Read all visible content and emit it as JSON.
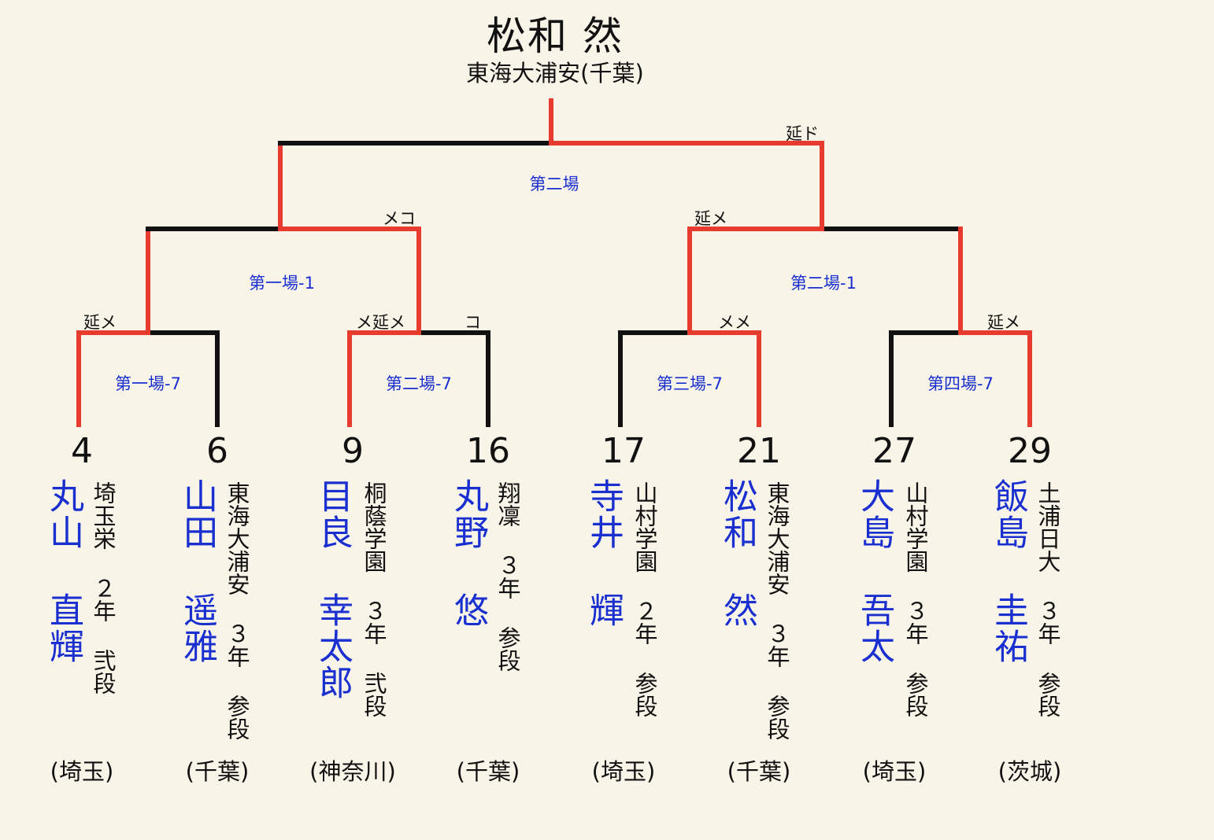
{
  "winner": {
    "name": "松和 然",
    "school": "東海大浦安(千葉)"
  },
  "colors": {
    "win_line": "#e63b2e",
    "lose_line": "#111111",
    "name": "#1a2fd0",
    "venue": "#1a2fd0"
  },
  "players": [
    {
      "seed": "4",
      "name": "丸山 直輝",
      "info": "埼玉栄 ２年 弐段",
      "pref": "(埼玉)"
    },
    {
      "seed": "6",
      "name": "山田 遥雅",
      "info": "東海大浦安 ３年 参段",
      "pref": "(千葉)"
    },
    {
      "seed": "9",
      "name": "目良 幸太郎",
      "info": "桐蔭学園 ３年 弐段",
      "pref": "(神奈川)"
    },
    {
      "seed": "16",
      "name": "丸野 悠",
      "info": "翔凜 ３年 参段",
      "pref": "(千葉)"
    },
    {
      "seed": "17",
      "name": "寺井 輝",
      "info": "山村学園 ２年 参段",
      "pref": "(埼玉)"
    },
    {
      "seed": "21",
      "name": "松和 然",
      "info": "東海大浦安 ３年 参段",
      "pref": "(千葉)"
    },
    {
      "seed": "27",
      "name": "大島 吾太",
      "info": "山村学園 ３年 参段",
      "pref": "(埼玉)"
    },
    {
      "seed": "29",
      "name": "飯島 圭祐",
      "info": "土浦日大 ３年 参段",
      "pref": "(茨城)"
    }
  ],
  "venues": {
    "final": "第二場",
    "semi_left": "第一場-1",
    "semi_right": "第二場-1",
    "qf1": "第一場-7",
    "qf2": "第二場-7",
    "qf3": "第三場-7",
    "qf4": "第四場-7"
  },
  "scores": {
    "final_right": "延ド",
    "semi_left_right": "メコ",
    "semi_right_left": "延メ",
    "qf1_left": "延メ",
    "qf2_left": "メ延メ",
    "qf2_right": "コ",
    "qf3_right": "メメ",
    "qf4_right": "延メ"
  }
}
